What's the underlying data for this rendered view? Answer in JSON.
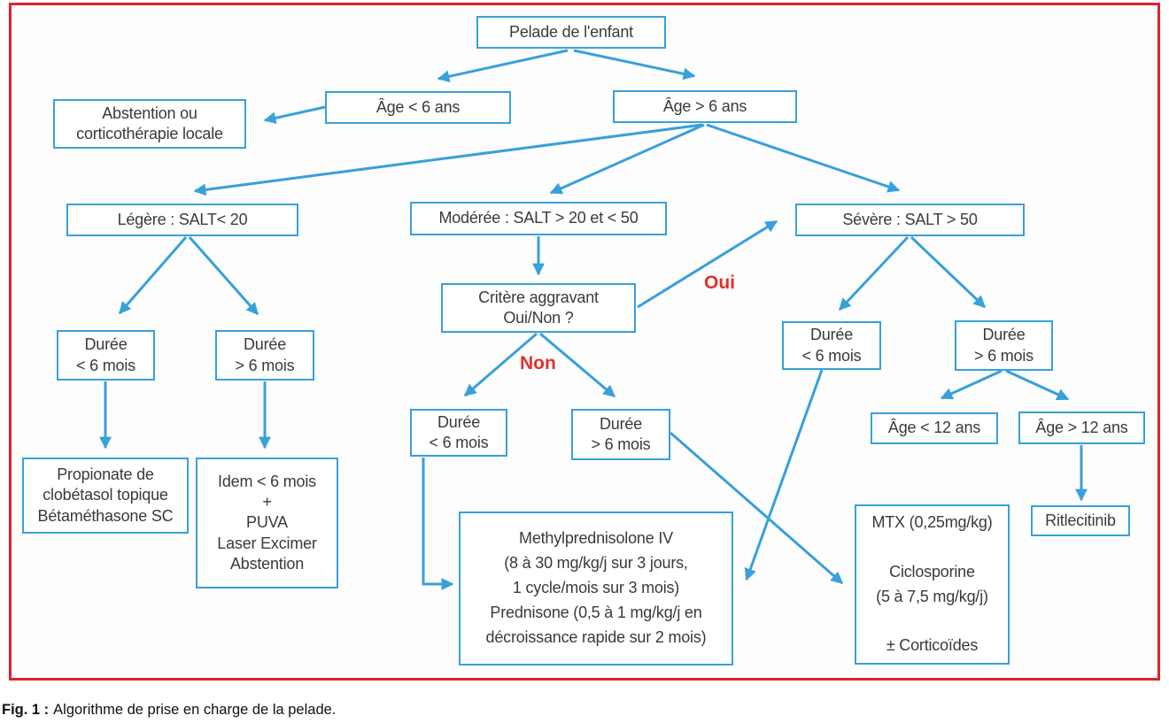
{
  "figure": {
    "caption_prefix": "Fig. 1 :",
    "caption_text": "Algorithme de prise en charge de la pelade."
  },
  "colors": {
    "accent_blue": "#38a0da",
    "frame_red": "#e1202f",
    "edge_label_red": "#e2302c",
    "text_ink": "#3a3a3a"
  },
  "edge_labels": {
    "oui": "Oui",
    "non": "Non"
  },
  "nodes": {
    "pelade": "Pelade de l'enfant",
    "age_lt6": "Âge < 6 ans",
    "age_gt6": "Âge > 6 ans",
    "abstention": "Abstention ou\ncorticothérapie locale",
    "legere": "Légère : SALT< 20",
    "moderee": "Modérée : SALT > 20 et < 50",
    "severe": "Sévère : SALT > 50",
    "critere": "Critère aggravant\nOui/Non ?",
    "duree_lt6_legere": "Durée\n< 6 mois",
    "duree_gt6_legere": "Durée\n> 6 mois",
    "duree_lt6_moderee": "Durée\n< 6 mois",
    "duree_gt6_moderee": "Durée\n> 6 mois",
    "duree_lt6_severe": "Durée\n< 6 mois",
    "duree_gt6_severe": "Durée\n> 6 mois",
    "age_lt12": "Âge < 12 ans",
    "age_gt12": "Âge > 12 ans",
    "propionate": "Propionate de\nclobétasol topique\nBétaméthasone SC",
    "idem": "Idem < 6 mois\n+\nPUVA\nLaser Excimer\nAbstention",
    "methylprednisolone": "Methylprednisolone IV\n(8 à 30 mg/kg/j sur 3 jours,\n1 cycle/mois sur 3 mois)\nPrednisone (0,5 à 1 mg/kg/j en\ndécroissance rapide sur 2 mois)",
    "mtx": "MTX (0,25mg/kg)\n\nCiclosporine\n(5 à 7,5 mg/kg/j)\n\n± Corticoïdes",
    "ritlecitinib": "Ritlecitinib"
  }
}
